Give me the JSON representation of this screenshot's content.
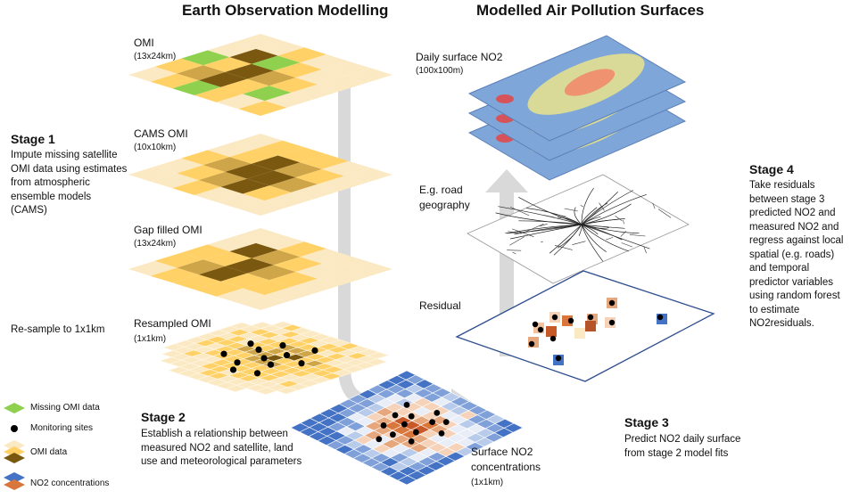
{
  "headers": {
    "left": "Earth Observation Modelling",
    "right": "Modelled Air Pollution Surfaces"
  },
  "layers": {
    "omi": {
      "label": "OMI",
      "res": "(13x24km)"
    },
    "cams": {
      "label": "CAMS OMI",
      "res": "(10x10km)"
    },
    "gap": {
      "label": "Gap filled OMI",
      "res": "(13x24km)"
    },
    "resampled": {
      "label": "Resampled OMI",
      "res": "(1x1km)"
    },
    "daily": {
      "label": "Daily surface NO2",
      "res": "(100x100m)"
    },
    "road": {
      "label_line1": "E.g. road",
      "label_line2": "geography"
    },
    "residual": {
      "label": "Residual"
    },
    "surface": {
      "label_line1": "Surface NO2",
      "label_line2": "concentrations",
      "res": "(1x1km)"
    }
  },
  "stages": {
    "s1": {
      "title": "Stage 1",
      "text": "Impute missing satellite OMI data using estimates from atmospheric ensemble models (CAMS)"
    },
    "resample_note": "Re-sample to 1x1km",
    "s2": {
      "title": "Stage 2",
      "text": "Establish a relationship between measured NO2 and satellite, land use and meteorological parameters"
    },
    "s3": {
      "title": "Stage 3",
      "text": "Predict NO2 daily surface from stage 2 model fits"
    },
    "s4": {
      "title": "Stage 4",
      "text": "Take residuals between stage 3 predicted NO2 and measured NO2 and regress against local spatial (e.g. roads) and temporal predictor variables using random forest to estimate NO2residuals."
    }
  },
  "legend": {
    "missing": "Missing OMI data",
    "sites": "Monitoring sites",
    "omi": "OMI data",
    "no2": "NO2 concentrations"
  },
  "colors": {
    "missing": "#8fd14f",
    "light": "#fbe9c3",
    "mid": "#ffd166",
    "tan": "#cfa54a",
    "dark": "#7a5810",
    "no2_blue": "#4472c4",
    "no2_orange": "#d9763c",
    "arrow": "#d9d9d9"
  }
}
